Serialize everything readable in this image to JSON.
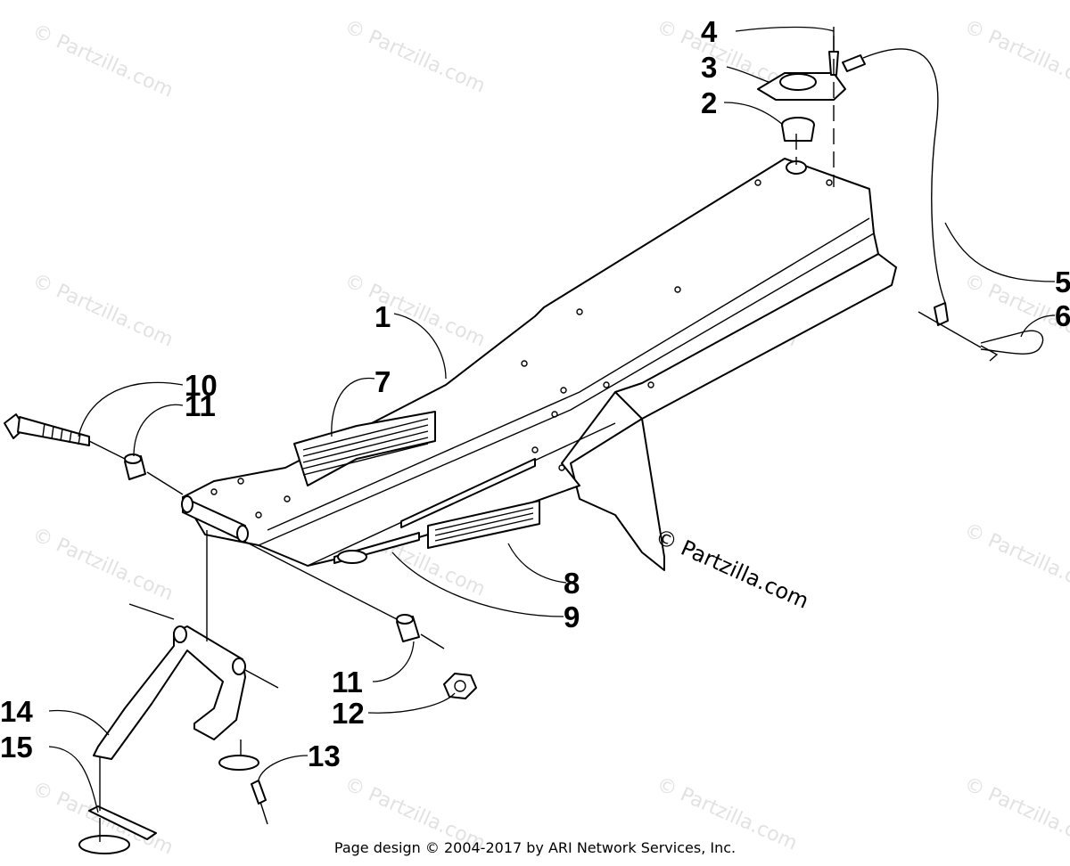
{
  "watermark": {
    "text": "© Partzilla.com",
    "featured_text": "© Partzilla.com"
  },
  "callouts": [
    {
      "id": "1",
      "label": "1"
    },
    {
      "id": "2",
      "label": "2"
    },
    {
      "id": "3",
      "label": "3"
    },
    {
      "id": "4",
      "label": "4"
    },
    {
      "id": "5",
      "label": "5"
    },
    {
      "id": "6",
      "label": "6"
    },
    {
      "id": "7",
      "label": "7"
    },
    {
      "id": "8",
      "label": "8"
    },
    {
      "id": "9",
      "label": "9"
    },
    {
      "id": "10",
      "label": "10"
    },
    {
      "id": "11a",
      "label": "11"
    },
    {
      "id": "11b",
      "label": "11"
    },
    {
      "id": "12",
      "label": "12"
    },
    {
      "id": "13",
      "label": "13"
    },
    {
      "id": "14",
      "label": "14"
    },
    {
      "id": "15",
      "label": "15"
    }
  ],
  "footer": {
    "text": "Page design © 2004-2017 by ARI Network Services, Inc."
  }
}
